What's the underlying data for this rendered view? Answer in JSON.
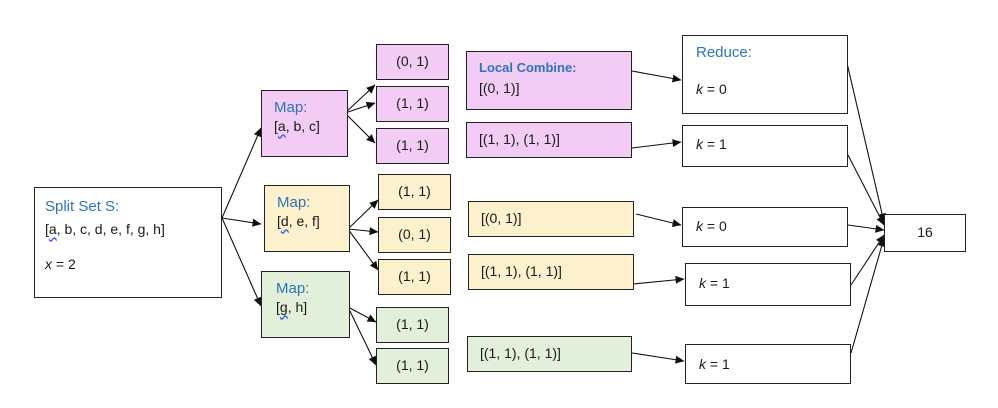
{
  "split": {
    "title": "Split Set S:",
    "set_first": "a",
    "set_rest": ", b, c, d, e, f, g, h]",
    "open_bracket": "[",
    "x_var": "x",
    "x_rest": " = 2"
  },
  "maps": [
    {
      "title": "Map:",
      "first": "a",
      "rest": ", b, c]"
    },
    {
      "title": "Map:",
      "first": "d",
      "rest": ", e, f]"
    },
    {
      "title": "Map:",
      "first": "g",
      "rest": ", h]"
    }
  ],
  "pairs": [
    "(0, 1)",
    "(1, 1)",
    "(1, 1)",
    "(1, 1)",
    "(0, 1)",
    "(1, 1)",
    "(1, 1)",
    "(1, 1)"
  ],
  "combine": {
    "title": "Local Combine:",
    "lists": [
      "[(0, 1)]",
      "[(1, 1), (1, 1)]",
      "[(0, 1)]",
      "[(1, 1), (1, 1)]",
      "[(1, 1), (1, 1)]"
    ]
  },
  "reduce": {
    "title": "Reduce:",
    "keys": [
      {
        "var": "k",
        "rest": " = 0"
      },
      {
        "var": "k",
        "rest": " = 1"
      },
      {
        "var": "k",
        "rest": " = 0"
      },
      {
        "var": "k",
        "rest": " = 1"
      },
      {
        "var": "k",
        "rest": " = 1"
      }
    ]
  },
  "result": "16",
  "colors": {
    "pink": "#f2ccf5",
    "yellow": "#fdf0cc",
    "green": "#e2efda",
    "title_blue": "#2e75b6"
  }
}
